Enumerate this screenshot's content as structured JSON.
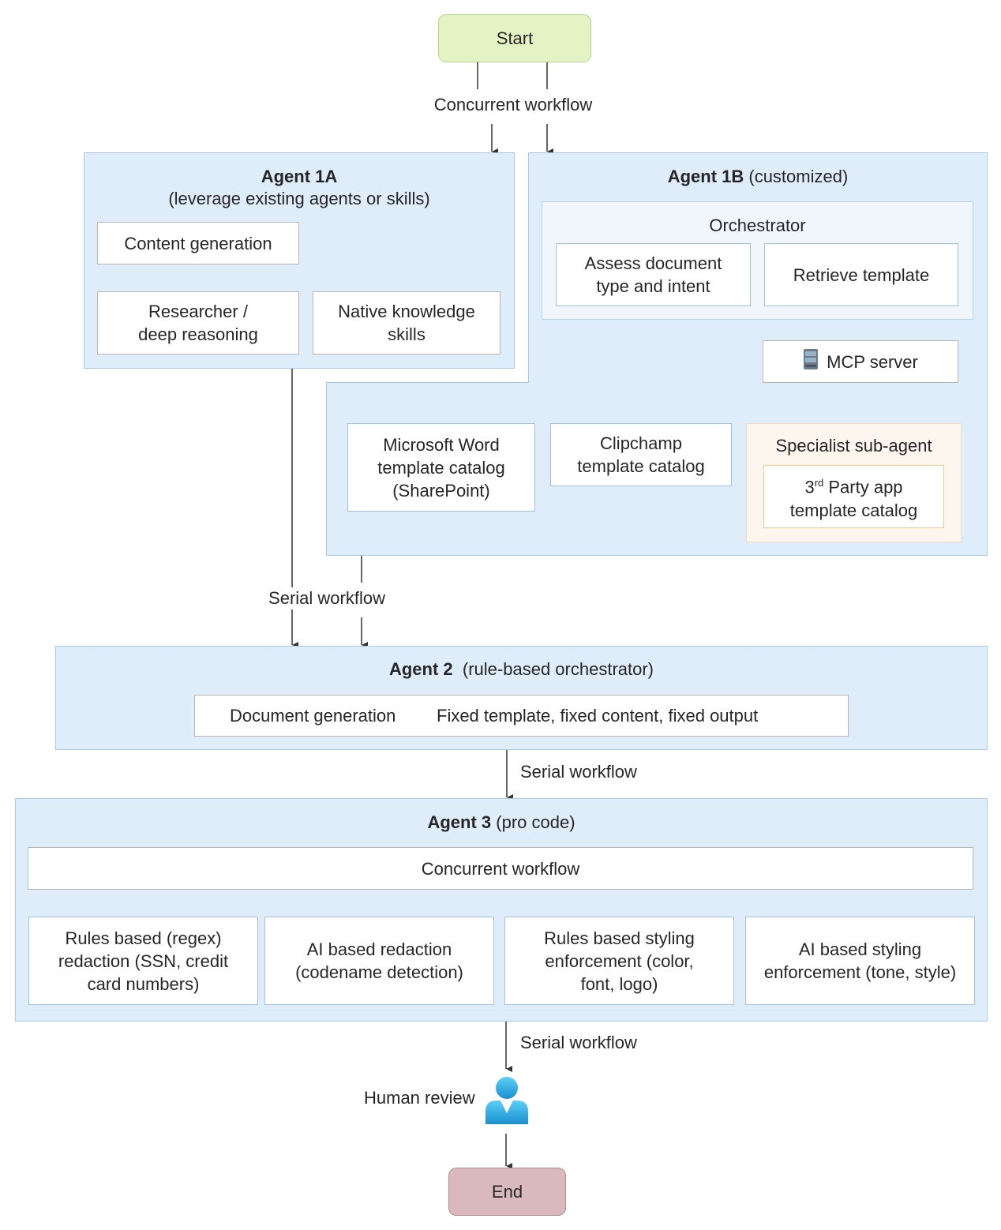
{
  "start": "Start",
  "end": "End",
  "flows": {
    "concurrent_top": "Concurrent workflow",
    "serial_1": "Serial workflow",
    "serial_2": "Serial workflow",
    "serial_3": "Serial workflow"
  },
  "agent1a": {
    "title": "Agent 1A",
    "subtitle": "(leverage existing agents or skills)",
    "content_generation": "Content generation",
    "researcher": "Researcher /\ndeep reasoning",
    "native_knowledge": "Native knowledge\nskills"
  },
  "agent1b": {
    "title": "Agent 1B",
    "subtitle": "(customized)",
    "orchestrator": "Orchestrator",
    "assess": "Assess document\ntype and intent",
    "retrieve": "Retrieve template",
    "mcp_server": "MCP server",
    "word_catalog": "Microsoft Word\ntemplate catalog\n(SharePoint)",
    "clipchamp_catalog": "Clipchamp\ntemplate catalog",
    "specialist": "Specialist sub-agent",
    "third_party_num": "3",
    "third_party_sup": "rd",
    "third_party_rest": " Party app",
    "third_party_line2": "template catalog"
  },
  "agent2": {
    "title": "Agent 2",
    "subtitle": "(rule-based orchestrator)",
    "doc_gen": "Document generation",
    "fixed": "Fixed template, fixed content, fixed output"
  },
  "agent3": {
    "title": "Agent 3",
    "subtitle": "(pro code)",
    "concurrent": "Concurrent workflow",
    "rules_redaction": "Rules based (regex)\nredaction (SSN, credit\ncard numbers)",
    "ai_redaction": "AI based redaction\n(codename detection)",
    "rules_styling": "Rules based styling\nenforcement (color,\nfont, logo)",
    "ai_styling": "AI based styling\nenforcement (tone, style)"
  },
  "human_review": "Human review",
  "icons": {
    "server": "server-icon",
    "person": "person-icon"
  },
  "colors": {
    "start_fill": "#e3f3c4",
    "end_fill": "#d9b9be",
    "region_fill": "#dfecfa",
    "specialist_fill": "#fdf6ee",
    "specialist_border": "#f2c98f",
    "person": "#2f9bd6"
  }
}
